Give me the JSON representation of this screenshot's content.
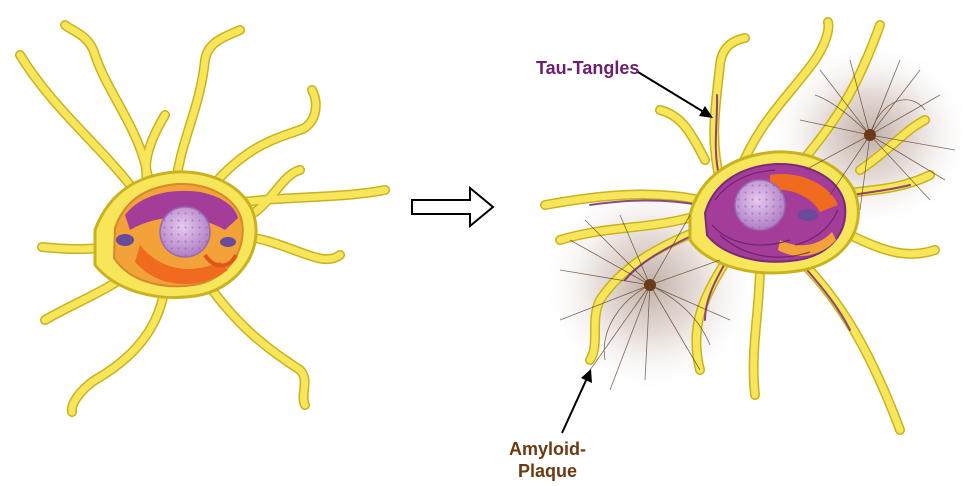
{
  "labels": {
    "tau": "Tau-Tangles",
    "amyloid_line1": "Amyloid-",
    "amyloid_line2": "Plaque"
  },
  "colors": {
    "dendrite_fill": "#f7e55a",
    "dendrite_stroke": "#c9b21e",
    "tau_label": "#6b1f6e",
    "amyloid_label": "#6b3a10",
    "tangle": "#7a2a7a",
    "plaque_core": "#6b3a1a",
    "nucleus": "#c9a0d8"
  },
  "icons": {
    "arrow": "hollow-right-arrow-icon"
  }
}
